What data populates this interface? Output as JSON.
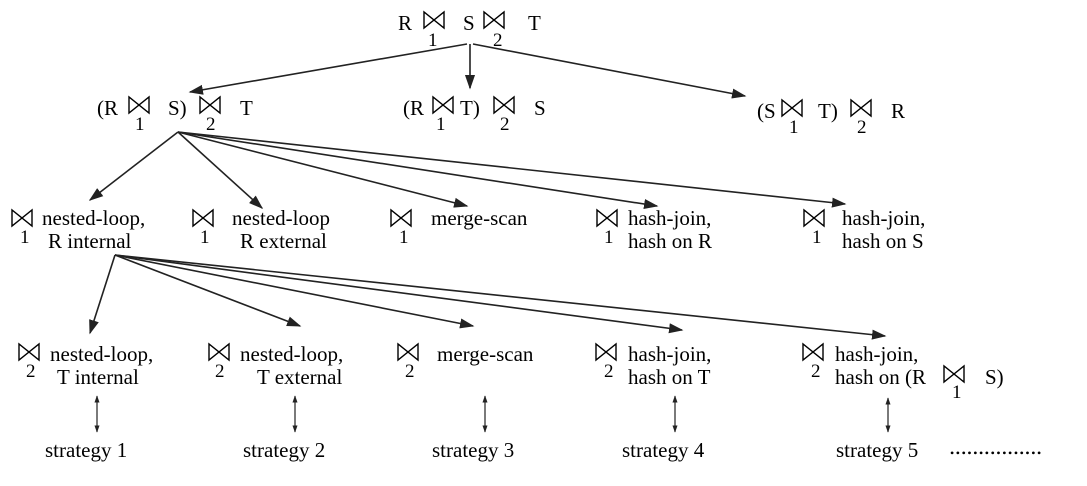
{
  "root": {
    "relations": [
      "R",
      "S",
      "T"
    ],
    "join1_sub": "1",
    "join2_sub": "2"
  },
  "orders": [
    {
      "a": "(R",
      "b": "S)",
      "c": "T",
      "sub1": "1",
      "sub2": "2"
    },
    {
      "a": "(R",
      "b": "T)",
      "c": "S",
      "sub1": "1",
      "sub2": "2"
    },
    {
      "a": "(S",
      "b": "T)",
      "c": "R",
      "sub1": "1",
      "sub2": "2"
    }
  ],
  "join1_methods": [
    {
      "sub": "1",
      "line1": "nested-loop,",
      "line2": "R internal"
    },
    {
      "sub": "1",
      "line1": "nested-loop",
      "line2": "R external"
    },
    {
      "sub": "1",
      "line1": "merge-scan",
      "line2": ""
    },
    {
      "sub": "1",
      "line1": "hash-join,",
      "line2": "hash on R"
    },
    {
      "sub": "1",
      "line1": "hash-join,",
      "line2": "hash on S"
    }
  ],
  "join2_methods": [
    {
      "sub": "2",
      "line1": "nested-loop,",
      "line2": "T internal"
    },
    {
      "sub": "2",
      "line1": "nested-loop,",
      "line2": "T external"
    },
    {
      "sub": "2",
      "line1": "merge-scan",
      "line2": ""
    },
    {
      "sub": "2",
      "line1": "hash-join,",
      "line2": "hash on T"
    },
    {
      "sub": "2",
      "line1": "hash-join,",
      "line2": "hash on (R",
      "rel": "S)",
      "inner_sub": "1"
    }
  ],
  "strategies": [
    "strategy 1",
    "strategy 2",
    "strategy 3",
    "strategy 4",
    "strategy 5"
  ],
  "ellipsis": "••••••••••••••••"
}
